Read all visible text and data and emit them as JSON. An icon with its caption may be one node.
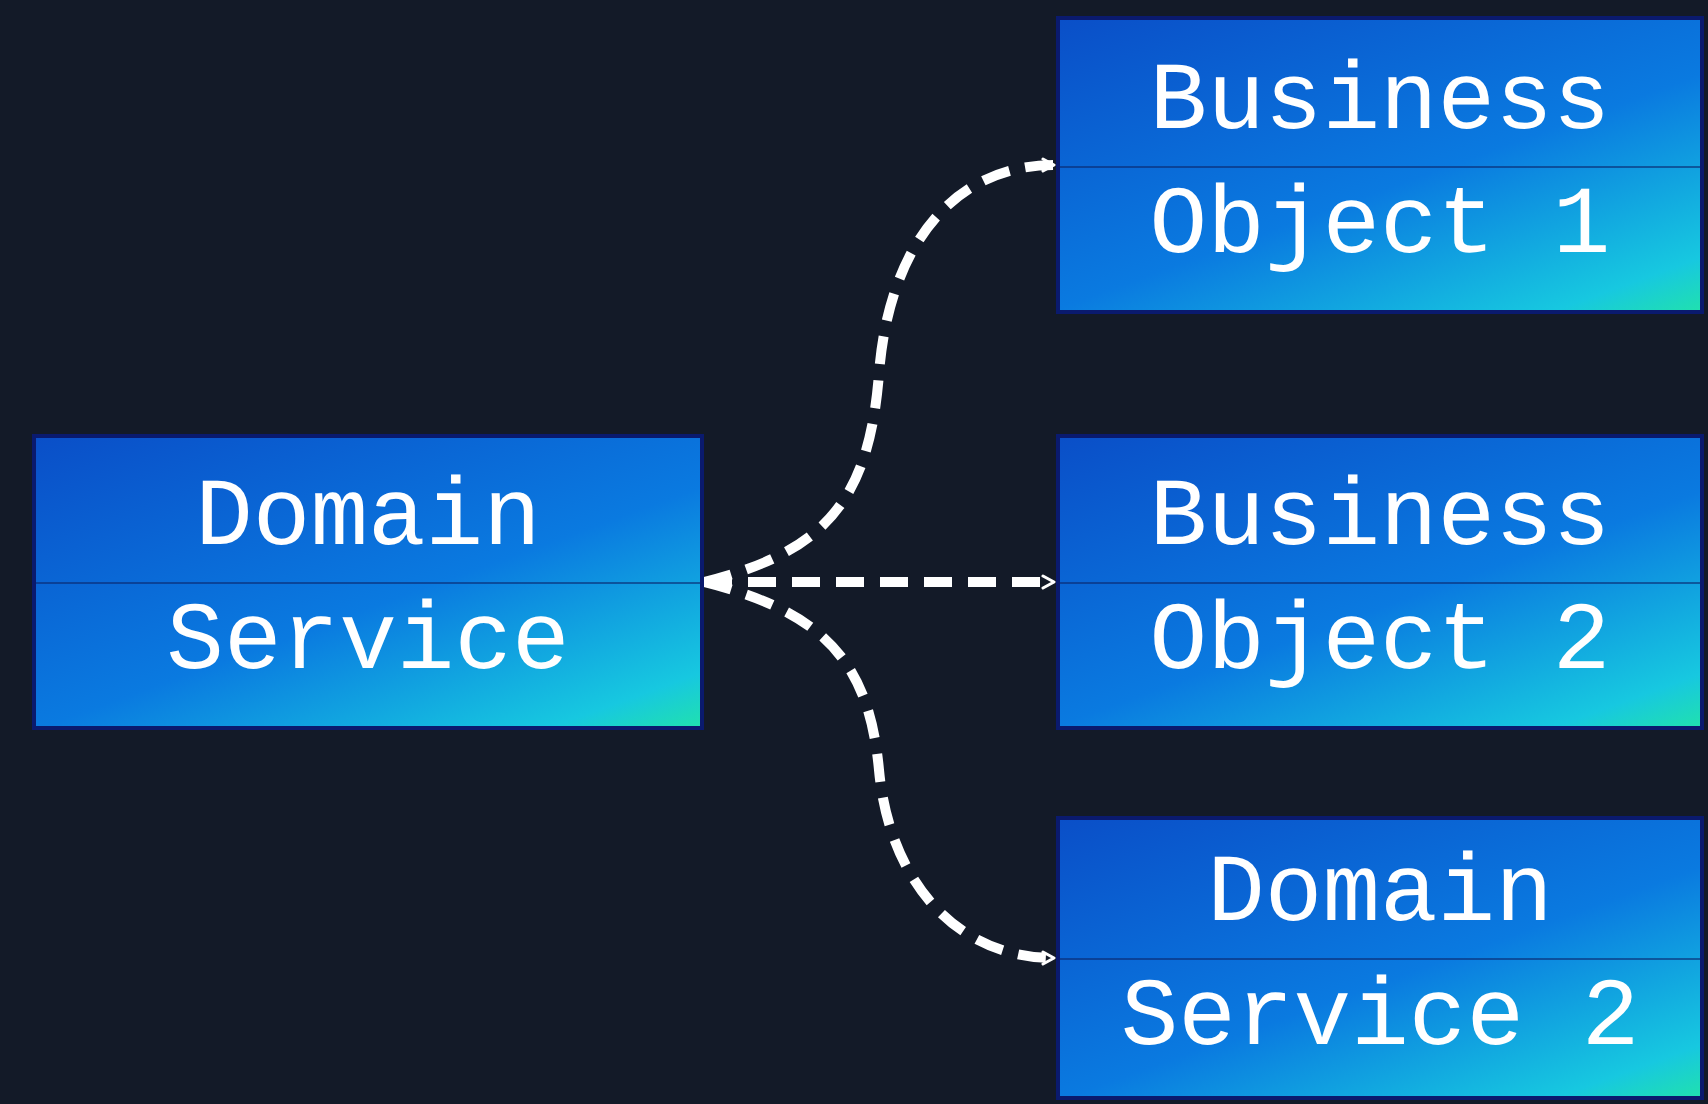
{
  "diagram": {
    "nodes": [
      {
        "text": [
          "Domain Service"
        ]
      },
      {
        "text": [
          "Business Object 1"
        ]
      },
      {
        "text": [
          "Business Object 2"
        ]
      },
      {
        "text": [
          "Domain Service 2"
        ]
      }
    ],
    "edges": [
      {
        "from": 0,
        "to": 1,
        "arrow": "to",
        "style": "dashed"
      },
      {
        "from": 0,
        "to": 2,
        "arrow": "to",
        "style": "dashed"
      },
      {
        "from": 0,
        "to": 3,
        "arrow": "to",
        "style": "dashed"
      }
    ]
  }
}
